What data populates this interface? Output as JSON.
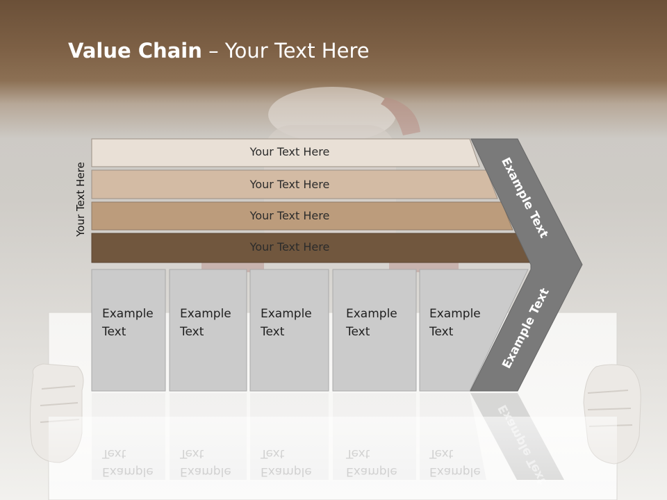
{
  "slide": {
    "title_bold": "Value Chain",
    "title_rest": " – Your Text Here"
  },
  "diagram": {
    "side_label": "Your Text Here",
    "rows": [
      {
        "label": "Your Text Here",
        "color": "#e9e0d6"
      },
      {
        "label": "Your Text Here",
        "color": "#d3bba4"
      },
      {
        "label": "Your Text Here",
        "color": "#bc9c7c"
      },
      {
        "label": "Your Text Here",
        "color": "#71573e"
      }
    ],
    "boxes": [
      {
        "line1": "Example",
        "line2": "Text"
      },
      {
        "line1": "Example",
        "line2": "Text"
      },
      {
        "line1": "Example",
        "line2": "Text"
      },
      {
        "line1": "Example",
        "line2": "Text"
      },
      {
        "line1": "Example",
        "line2": "Text"
      }
    ],
    "arrow_upper_label": "Example Text",
    "arrow_lower_label": "Example Text",
    "colors": {
      "arrow": "#7a7a7a",
      "box": "#cbcbcb"
    }
  }
}
